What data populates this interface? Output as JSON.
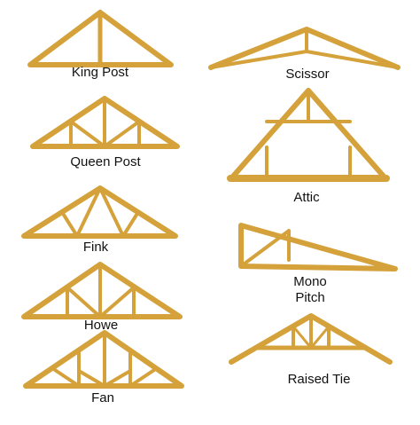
{
  "colors": {
    "timber": "#d4a13a",
    "background": "#ffffff",
    "text": "#111111"
  },
  "trusses": [
    {
      "id": "king-post",
      "label": "King Post"
    },
    {
      "id": "queen-post",
      "label": "Queen Post"
    },
    {
      "id": "fink",
      "label": "Fink"
    },
    {
      "id": "howe",
      "label": "Howe"
    },
    {
      "id": "fan",
      "label": "Fan"
    },
    {
      "id": "scissor",
      "label": "Scissor"
    },
    {
      "id": "attic",
      "label": "Attic"
    },
    {
      "id": "mono-pitch",
      "label": "Mono\nPitch"
    },
    {
      "id": "raised-tie",
      "label": "Raised Tie"
    }
  ]
}
